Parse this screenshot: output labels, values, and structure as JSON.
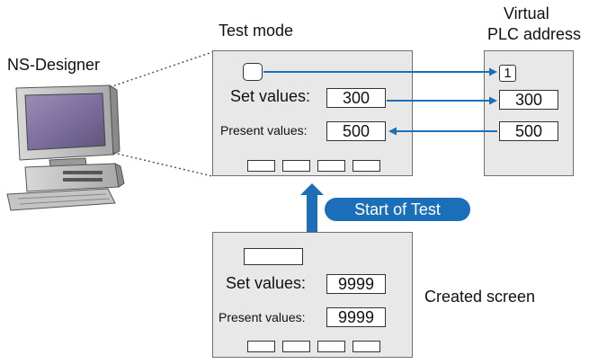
{
  "labels": {
    "ns_designer": "NS-Designer",
    "test_mode": "Test mode",
    "virtual_plc_line1": "Virtual",
    "virtual_plc_line2": "PLC address",
    "start_of_test": "Start of Test",
    "created_screen": "Created screen"
  },
  "test_panel": {
    "set_label": "Set values:",
    "set_value": "300",
    "present_label": "Present values:",
    "present_value": "500"
  },
  "plc_panel": {
    "bit_value": "1",
    "set_value": "300",
    "present_value": "500"
  },
  "created_panel": {
    "set_label": "Set values:",
    "set_value": "9999",
    "present_label": "Present values:",
    "present_value": "9999"
  },
  "colors": {
    "arrow_blue": "#1b6fb8",
    "panel_gray": "#e8e8e8"
  }
}
